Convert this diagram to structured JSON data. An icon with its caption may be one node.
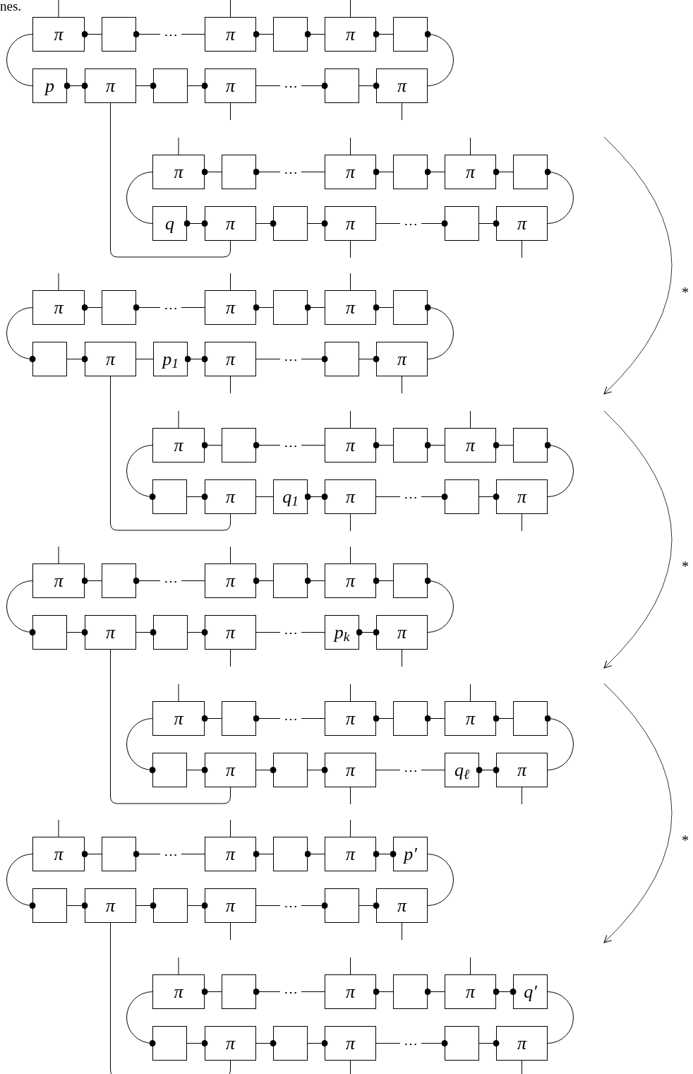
{
  "diagram": {
    "nodes": [
      {
        "text": [
          "π"
        ]
      },
      {
        "text": [],
        "shape": "box"
      },
      {
        "text": [
          "π"
        ]
      },
      {
        "text": [],
        "shape": "box"
      },
      {
        "text": [
          "π"
        ]
      },
      {
        "text": [],
        "shape": "box"
      },
      {
        "text": [
          "p"
        ]
      },
      {
        "text": [
          "π"
        ]
      },
      {
        "text": [],
        "shape": "box"
      },
      {
        "text": [
          "π"
        ]
      },
      {
        "text": [],
        "shape": "box"
      },
      {
        "text": [
          "π"
        ]
      },
      {
        "text": [
          "π"
        ]
      },
      {
        "text": [],
        "shape": "box"
      },
      {
        "text": [
          "π"
        ]
      },
      {
        "text": [],
        "shape": "box"
      },
      {
        "text": [
          "π"
        ]
      },
      {
        "text": [],
        "shape": "box"
      },
      {
        "text": [
          "q"
        ]
      },
      {
        "text": [
          "π"
        ]
      },
      {
        "text": [],
        "shape": "box"
      },
      {
        "text": [
          "π"
        ]
      },
      {
        "text": [],
        "shape": "box"
      },
      {
        "text": [
          "π"
        ]
      },
      {
        "text": [
          "π"
        ]
      },
      {
        "text": [],
        "shape": "box"
      },
      {
        "text": [
          "π"
        ]
      },
      {
        "text": [],
        "shape": "box"
      },
      {
        "text": [
          "π"
        ]
      },
      {
        "text": [],
        "shape": "box"
      },
      {
        "text": [],
        "shape": "box"
      },
      {
        "text": [
          "π"
        ]
      },
      {
        "text": [
          "p$_{1}$"
        ]
      },
      {
        "text": [
          "π"
        ]
      },
      {
        "text": [],
        "shape": "box"
      },
      {
        "text": [
          "π"
        ]
      },
      {
        "text": [
          "π"
        ]
      },
      {
        "text": [],
        "shape": "box"
      },
      {
        "text": [
          "π"
        ]
      },
      {
        "text": [],
        "shape": "box"
      },
      {
        "text": [
          "π"
        ]
      },
      {
        "text": [],
        "shape": "box"
      },
      {
        "text": [],
        "shape": "box"
      },
      {
        "text": [
          "π"
        ]
      },
      {
        "text": [
          "q$_{1}$"
        ]
      },
      {
        "text": [
          "π"
        ]
      },
      {
        "text": [],
        "shape": "box"
      },
      {
        "text": [
          "π"
        ]
      },
      {
        "text": [
          "π"
        ]
      },
      {
        "text": [],
        "shape": "box"
      },
      {
        "text": [
          "π"
        ]
      },
      {
        "text": [],
        "shape": "box"
      },
      {
        "text": [
          "π"
        ]
      },
      {
        "text": [],
        "shape": "box"
      },
      {
        "text": [],
        "shape": "box"
      },
      {
        "text": [
          "π"
        ]
      },
      {
        "text": [],
        "shape": "box"
      },
      {
        "text": [
          "π"
        ]
      },
      {
        "text": [
          "p$_{k}$"
        ]
      },
      {
        "text": [
          "π"
        ]
      },
      {
        "text": [
          "π"
        ]
      },
      {
        "text": [],
        "shape": "box"
      },
      {
        "text": [
          "π"
        ]
      },
      {
        "text": [],
        "shape": "box"
      },
      {
        "text": [
          "π"
        ]
      },
      {
        "text": [],
        "shape": "box"
      },
      {
        "text": [],
        "shape": "box"
      },
      {
        "text": [
          "π"
        ]
      },
      {
        "text": [],
        "shape": "box"
      },
      {
        "text": [
          "π"
        ]
      },
      {
        "text": [
          "q$_{ℓ}$"
        ]
      },
      {
        "text": [
          "π"
        ]
      },
      {
        "text": [
          "π"
        ]
      },
      {
        "text": [],
        "shape": "box"
      },
      {
        "text": [
          "π"
        ]
      },
      {
        "text": [],
        "shape": "box"
      },
      {
        "text": [
          "π"
        ]
      },
      {
        "text": [
          "p′"
        ]
      },
      {
        "text": [],
        "shape": "box"
      },
      {
        "text": [
          "π"
        ]
      },
      {
        "text": [],
        "shape": "box"
      },
      {
        "text": [
          "π"
        ]
      },
      {
        "text": [],
        "shape": "box"
      },
      {
        "text": [
          "π"
        ]
      },
      {
        "text": [
          "π"
        ]
      },
      {
        "text": [],
        "shape": "box"
      },
      {
        "text": [
          "π"
        ]
      },
      {
        "text": [],
        "shape": "box"
      },
      {
        "text": [
          "π"
        ]
      },
      {
        "text": [
          "q′"
        ]
      },
      {
        "text": [],
        "shape": "box"
      },
      {
        "text": [
          "π"
        ]
      },
      {
        "text": [],
        "shape": "box"
      },
      {
        "text": [
          "π"
        ]
      },
      {
        "text": [],
        "shape": "box"
      },
      {
        "text": [
          "π"
        ]
      }
    ],
    "edges": [
      {
        "from": 0,
        "to": 1,
        "arrow": "other"
      },
      {
        "from": 1,
        "to": 2,
        "arrow": "other",
        "label": "⋯"
      },
      {
        "from": 2,
        "to": 3,
        "arrow": "other"
      },
      {
        "from": 3,
        "to": 4,
        "arrow": "other"
      },
      {
        "from": 4,
        "to": 5,
        "arrow": "other"
      },
      {
        "from": 5,
        "to": 11,
        "arrow": "other"
      },
      {
        "from": 6,
        "to": 7,
        "arrow": "other"
      },
      {
        "from": 8,
        "to": 7,
        "arrow": "other"
      },
      {
        "from": 9,
        "to": 8,
        "arrow": "other"
      },
      {
        "from": 10,
        "to": 9,
        "arrow": "other",
        "label": "⋯"
      },
      {
        "from": 11,
        "to": 10,
        "arrow": "other"
      },
      {
        "from": 0,
        "to": 6,
        "arrow": "none"
      },
      {
        "from": 12,
        "to": 13,
        "arrow": "other"
      },
      {
        "from": 13,
        "to": 14,
        "arrow": "other",
        "label": "⋯"
      },
      {
        "from": 14,
        "to": 15,
        "arrow": "other"
      },
      {
        "from": 15,
        "to": 16,
        "arrow": "other"
      },
      {
        "from": 16,
        "to": 17,
        "arrow": "other"
      },
      {
        "from": 17,
        "to": 23,
        "arrow": "other"
      },
      {
        "from": 18,
        "to": 19,
        "arrow": "other"
      },
      {
        "from": 20,
        "to": 19,
        "arrow": "other"
      },
      {
        "from": 21,
        "to": 20,
        "arrow": "other"
      },
      {
        "from": 22,
        "to": 21,
        "arrow": "other",
        "label": "⋯"
      },
      {
        "from": 23,
        "to": 22,
        "arrow": "other"
      },
      {
        "from": 12,
        "to": 18,
        "arrow": "none"
      },
      {
        "from": 24,
        "to": 25,
        "arrow": "other"
      },
      {
        "from": 25,
        "to": 26,
        "arrow": "other",
        "label": "⋯"
      },
      {
        "from": 26,
        "to": 27,
        "arrow": "other"
      },
      {
        "from": 27,
        "to": 28,
        "arrow": "other"
      },
      {
        "from": 28,
        "to": 29,
        "arrow": "other"
      },
      {
        "from": 29,
        "to": 35,
        "arrow": "other"
      },
      {
        "from": 31,
        "to": 30,
        "arrow": "other"
      },
      {
        "from": 31,
        "to": 32,
        "arrow": "none"
      },
      {
        "from": 32,
        "to": 33,
        "arrow": "other"
      },
      {
        "from": 34,
        "to": 33,
        "arrow": "other",
        "label": "⋯"
      },
      {
        "from": 35,
        "to": 34,
        "arrow": "other"
      },
      {
        "from": 30,
        "to": 24,
        "arrow": "other"
      },
      {
        "from": 36,
        "to": 37,
        "arrow": "other"
      },
      {
        "from": 37,
        "to": 38,
        "arrow": "other",
        "label": "⋯"
      },
      {
        "from": 38,
        "to": 39,
        "arrow": "other"
      },
      {
        "from": 39,
        "to": 40,
        "arrow": "other"
      },
      {
        "from": 40,
        "to": 41,
        "arrow": "other"
      },
      {
        "from": 41,
        "to": 47,
        "arrow": "other"
      },
      {
        "from": 43,
        "to": 42,
        "arrow": "other"
      },
      {
        "from": 43,
        "to": 44,
        "arrow": "none"
      },
      {
        "from": 44,
        "to": 45,
        "arrow": "other"
      },
      {
        "from": 46,
        "to": 45,
        "arrow": "other",
        "label": "⋯"
      },
      {
        "from": 47,
        "to": 46,
        "arrow": "other"
      },
      {
        "from": 42,
        "to": 36,
        "arrow": "other"
      },
      {
        "from": 48,
        "to": 49,
        "arrow": "other"
      },
      {
        "from": 49,
        "to": 50,
        "arrow": "other",
        "label": "⋯"
      },
      {
        "from": 50,
        "to": 51,
        "arrow": "other"
      },
      {
        "from": 51,
        "to": 52,
        "arrow": "other"
      },
      {
        "from": 52,
        "to": 53,
        "arrow": "other"
      },
      {
        "from": 53,
        "to": 59,
        "arrow": "other"
      },
      {
        "from": 55,
        "to": 54,
        "arrow": "other"
      },
      {
        "from": 56,
        "to": 55,
        "arrow": "other"
      },
      {
        "from": 57,
        "to": 56,
        "arrow": "other"
      },
      {
        "from": 57,
        "to": 58,
        "arrow": "none",
        "label": "⋯"
      },
      {
        "from": 58,
        "to": 59,
        "arrow": "other"
      },
      {
        "from": 54,
        "to": 48,
        "arrow": "other"
      },
      {
        "from": 60,
        "to": 61,
        "arrow": "other"
      },
      {
        "from": 61,
        "to": 62,
        "arrow": "other",
        "label": "⋯"
      },
      {
        "from": 62,
        "to": 63,
        "arrow": "other"
      },
      {
        "from": 63,
        "to": 64,
        "arrow": "other"
      },
      {
        "from": 64,
        "to": 65,
        "arrow": "other"
      },
      {
        "from": 65,
        "to": 71,
        "arrow": "other"
      },
      {
        "from": 67,
        "to": 66,
        "arrow": "other"
      },
      {
        "from": 68,
        "to": 67,
        "arrow": "other"
      },
      {
        "from": 69,
        "to": 68,
        "arrow": "other"
      },
      {
        "from": 69,
        "to": 70,
        "arrow": "none",
        "label": "⋯"
      },
      {
        "from": 70,
        "to": 71,
        "arrow": "other"
      },
      {
        "from": 66,
        "to": 60,
        "arrow": "other"
      },
      {
        "from": 72,
        "to": 73,
        "arrow": "other"
      },
      {
        "from": 73,
        "to": 74,
        "arrow": "other",
        "label": "⋯"
      },
      {
        "from": 74,
        "to": 75,
        "arrow": "other"
      },
      {
        "from": 75,
        "to": 76,
        "arrow": "other"
      },
      {
        "from": 76,
        "to": 77,
        "arrow": "other"
      },
      {
        "from": 77,
        "to": 83,
        "arrow": "none"
      },
      {
        "from": 79,
        "to": 78,
        "arrow": "other"
      },
      {
        "from": 80,
        "to": 79,
        "arrow": "other"
      },
      {
        "from": 81,
        "to": 80,
        "arrow": "other"
      },
      {
        "from": 82,
        "to": 81,
        "arrow": "other",
        "label": "⋯"
      },
      {
        "from": 83,
        "to": 82,
        "arrow": "other"
      },
      {
        "from": 78,
        "to": 72,
        "arrow": "other"
      },
      {
        "from": 84,
        "to": 85,
        "arrow": "other"
      },
      {
        "from": 85,
        "to": 86,
        "arrow": "other",
        "label": "⋯"
      },
      {
        "from": 86,
        "to": 87,
        "arrow": "other"
      },
      {
        "from": 87,
        "to": 88,
        "arrow": "other"
      },
      {
        "from": 88,
        "to": 89,
        "arrow": "other"
      },
      {
        "from": 89,
        "to": 95,
        "arrow": "none"
      },
      {
        "from": 91,
        "to": 90,
        "arrow": "other"
      },
      {
        "from": 92,
        "to": 91,
        "arrow": "other"
      },
      {
        "from": 93,
        "to": 92,
        "arrow": "other"
      },
      {
        "from": 94,
        "to": 93,
        "arrow": "other",
        "label": "⋯"
      },
      {
        "from": 95,
        "to": 94,
        "arrow": "other"
      },
      {
        "from": 90,
        "to": 84,
        "arrow": "other"
      },
      {
        "from": 7,
        "to": 19,
        "arrow": "none"
      },
      {
        "from": 31,
        "to": 43,
        "arrow": "none"
      },
      {
        "from": 55,
        "to": 67,
        "arrow": "none"
      },
      {
        "from": 79,
        "to": 91,
        "arrow": "none"
      }
    ],
    "labels": [
      "nes.",
      "*",
      "*",
      "*"
    ]
  }
}
